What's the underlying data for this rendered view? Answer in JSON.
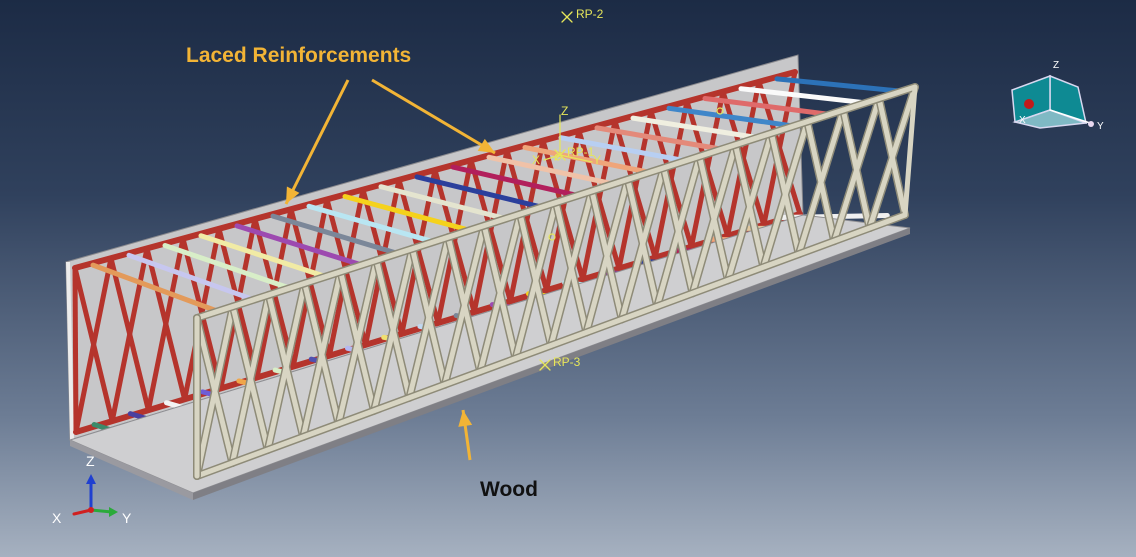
{
  "annotations": {
    "laced_reinforcements": "Laced Reinforcements",
    "wood": "Wood"
  },
  "reference_points": {
    "rp1": "RP-1",
    "rp2": "RP-2",
    "rp3": "RP-3"
  },
  "local_axes": {
    "x": "X",
    "y": "Y",
    "z": "Z"
  },
  "global_triad": {
    "x": "X",
    "y": "Y",
    "z": "Z"
  },
  "view_cube": {
    "x": "X",
    "y": "Y",
    "z": "Z"
  },
  "colors": {
    "annotation": "#f2b436",
    "truss_back": "#b5342c",
    "truss_front": "#d8d5c3",
    "wood_panel": "#cfcfd1",
    "reference_point": "#e6e65a",
    "background_top": "#1c2b45",
    "background_bottom": "#a6b1c0"
  }
}
